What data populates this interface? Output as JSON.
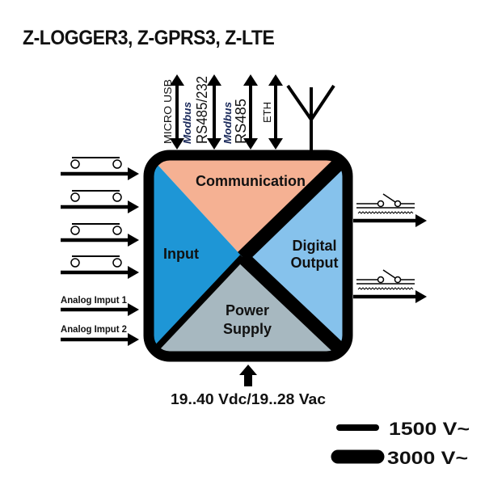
{
  "title": "Z-LOGGER3, Z-GPRS3, Z-LTE",
  "colors": {
    "communication": "#F5B193",
    "input": "#1E96D6",
    "digital_output": "#86C2EC",
    "power_supply": "#A7B8C0",
    "outline": "#000000",
    "modbus_text": "#1C2B5C"
  },
  "sections": {
    "communication": "Communication",
    "input": "Input",
    "digital_output_line1": "Digital",
    "digital_output_line2": "Output",
    "power_supply_line1": "Power",
    "power_supply_line2": "Supply"
  },
  "ports": [
    {
      "label": "MICRO USB",
      "brand": ""
    },
    {
      "label": "RS485/232",
      "brand": "Modbus"
    },
    {
      "label": "RS485",
      "brand": "Modbus"
    },
    {
      "label": "ETH",
      "brand": ""
    }
  ],
  "antenna": "antenna-icon",
  "inputs": {
    "digital_count": 4,
    "analog": [
      "Analog Imput 1",
      "Analog Imput 2"
    ]
  },
  "outputs": {
    "relay_count": 2
  },
  "power_label": "19..40 Vdc/19..28 Vac",
  "legend": [
    {
      "label": "1500 V~",
      "line": "thin"
    },
    {
      "label": "3000 V~",
      "line": "thick"
    }
  ]
}
